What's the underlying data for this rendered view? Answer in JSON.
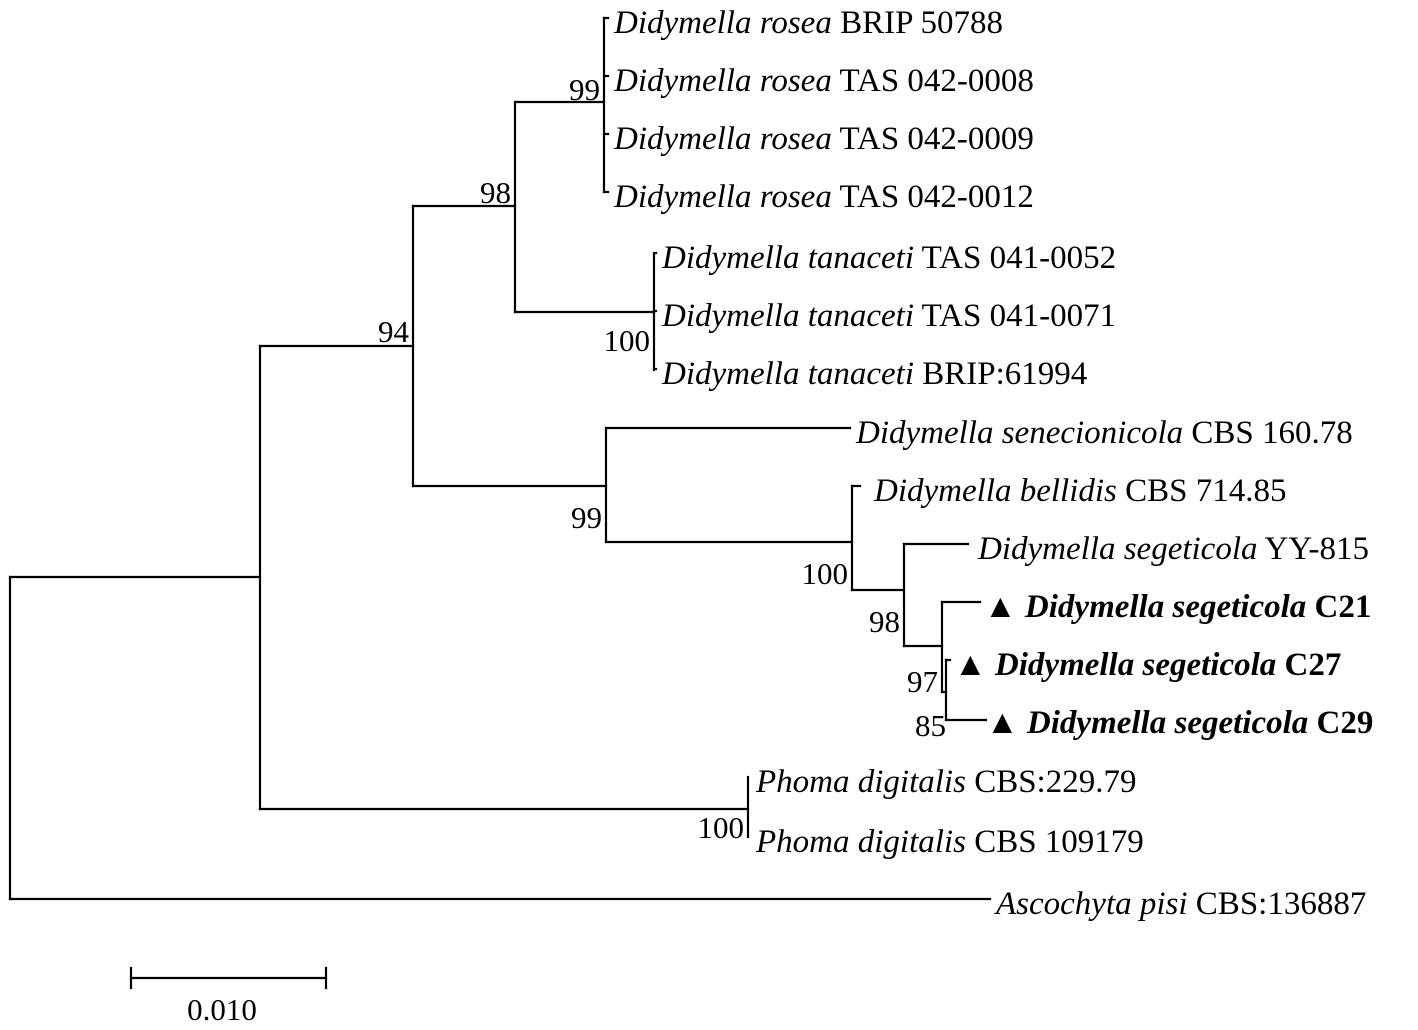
{
  "tree": {
    "taxa": [
      {
        "genus": "Didymella",
        "species": "rosea",
        "strain": "BRIP 50788",
        "marker": "",
        "highlight": false
      },
      {
        "genus": "Didymella",
        "species": "rosea",
        "strain": "TAS 042-0008",
        "marker": "",
        "highlight": false
      },
      {
        "genus": "Didymella",
        "species": "rosea",
        "strain": "TAS 042-0009",
        "marker": "",
        "highlight": false
      },
      {
        "genus": "Didymella",
        "species": "rosea",
        "strain": "TAS 042-0012",
        "marker": "",
        "highlight": false
      },
      {
        "genus": "Didymella",
        "species": "tanaceti",
        "strain": "TAS 041-0052",
        "marker": "",
        "highlight": false
      },
      {
        "genus": "Didymella",
        "species": "tanaceti",
        "strain": "TAS 041-0071",
        "marker": "",
        "highlight": false
      },
      {
        "genus": "Didymella",
        "species": "tanaceti",
        "strain": "BRIP:61994",
        "marker": "",
        "highlight": false
      },
      {
        "genus": "Didymella",
        "species": "senecionicola",
        "strain": "CBS 160.78",
        "marker": "",
        "highlight": false
      },
      {
        "genus": "Didymella",
        "species": "bellidis",
        "strain": "CBS 714.85",
        "marker": "",
        "highlight": false
      },
      {
        "genus": "Didymella",
        "species": "segeticola",
        "strain": "YY-815",
        "marker": "",
        "highlight": false
      },
      {
        "genus": "Didymella",
        "species": "segeticola",
        "strain": "C21",
        "marker": "▲",
        "highlight": true
      },
      {
        "genus": "Didymella",
        "species": "segeticola",
        "strain": "C27",
        "marker": "▲",
        "highlight": true
      },
      {
        "genus": "Didymella",
        "species": "segeticola",
        "strain": "C29",
        "marker": "▲",
        "highlight": true
      },
      {
        "genus": "Phoma",
        "species": "digitalis",
        "strain": "CBS:229.79",
        "marker": "",
        "highlight": false
      },
      {
        "genus": "Phoma",
        "species": "digitalis",
        "strain": "CBS 109179",
        "marker": "",
        "highlight": false
      },
      {
        "genus": "Ascochyta",
        "species": "pisi",
        "strain": "CBS:136887",
        "marker": "",
        "highlight": false
      }
    ],
    "bootstrap": {
      "rosea_clade": "99",
      "rosea_tanaceti": "98",
      "tanaceti_clade": "100",
      "didymella_main": "94",
      "senecionicola_group": "99",
      "bellidis_group": "100",
      "segeticola_group": "98",
      "segeticola_c_strains": "97",
      "c27_c29": "85",
      "phoma_clade": "100"
    },
    "scale_bar": {
      "label": "0.010",
      "value": 0.01
    }
  }
}
